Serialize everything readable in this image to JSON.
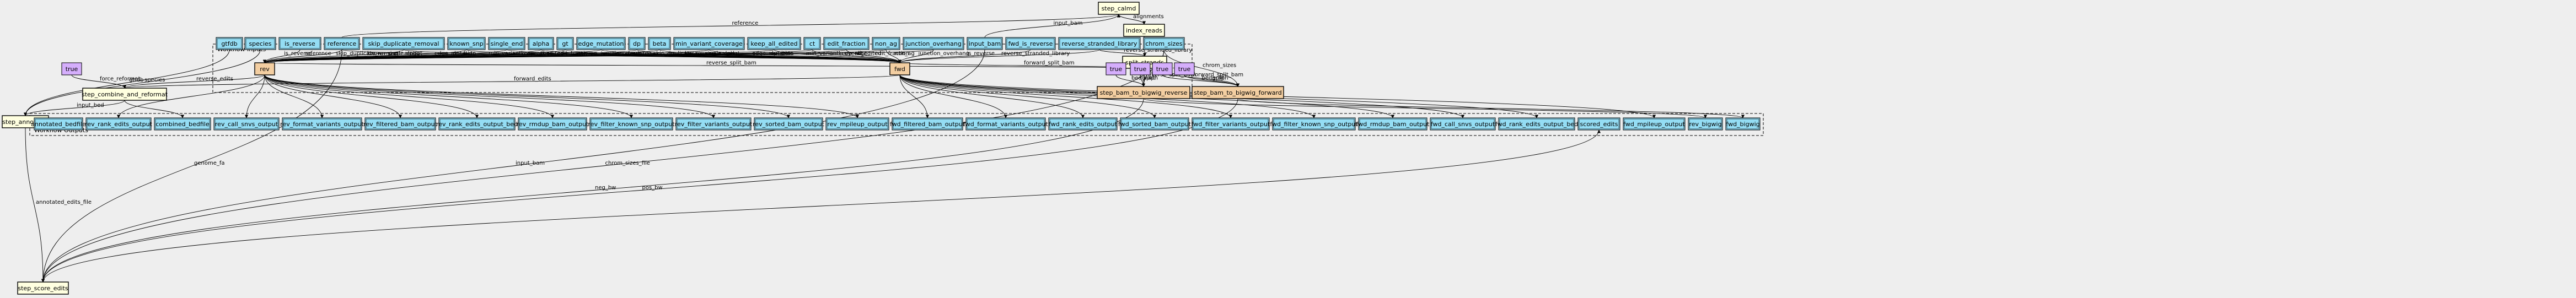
{
  "colors": {
    "background": "#eeeeee",
    "input": "#94ddf4",
    "output": "#94ddf4",
    "step": "#ffffe0",
    "subworkflow": "#f3cea1",
    "constant": "#d5aefc",
    "edge": "#000000"
  },
  "clusters": {
    "inputs": "Workflow Inputs",
    "outputs": "Workflow Outputs"
  },
  "nodes": [
    {
      "id": "step_calmd",
      "label": "step_calmd",
      "kind": "step"
    },
    {
      "id": "index_reads",
      "label": "index_reads",
      "kind": "step"
    },
    {
      "id": "split_strands",
      "label": "split_strands",
      "kind": "step"
    },
    {
      "id": "in_gtfdb",
      "label": "gtfdb",
      "kind": "input"
    },
    {
      "id": "in_species",
      "label": "species",
      "kind": "input"
    },
    {
      "id": "in_is_reverse",
      "label": "is_reverse",
      "kind": "input"
    },
    {
      "id": "in_reference",
      "label": "reference",
      "kind": "input"
    },
    {
      "id": "in_skip_dup",
      "label": "skip_duplicate_removal",
      "kind": "input"
    },
    {
      "id": "in_known_snp",
      "label": "known_snp",
      "kind": "input"
    },
    {
      "id": "in_single_end",
      "label": "single_end",
      "kind": "input"
    },
    {
      "id": "in_alpha",
      "label": "alpha",
      "kind": "input"
    },
    {
      "id": "in_gt",
      "label": "gt",
      "kind": "input"
    },
    {
      "id": "in_edge_mutation",
      "label": "edge_mutation",
      "kind": "input"
    },
    {
      "id": "in_dp",
      "label": "dp",
      "kind": "input"
    },
    {
      "id": "in_beta",
      "label": "beta",
      "kind": "input"
    },
    {
      "id": "in_min_var_cov",
      "label": "min_variant_coverage",
      "kind": "input"
    },
    {
      "id": "in_keep_all_edited",
      "label": "keep_all_edited",
      "kind": "input"
    },
    {
      "id": "in_ct",
      "label": "ct",
      "kind": "input"
    },
    {
      "id": "in_edit_fraction",
      "label": "edit_fraction",
      "kind": "input"
    },
    {
      "id": "in_non_ag",
      "label": "non_ag",
      "kind": "input"
    },
    {
      "id": "in_junction_overhang",
      "label": "junction_overhang",
      "kind": "input"
    },
    {
      "id": "in_input_bam",
      "label": "input_bam",
      "kind": "input"
    },
    {
      "id": "in_fwd_is_reverse",
      "label": "fwd_is_reverse",
      "kind": "input"
    },
    {
      "id": "in_rev_stranded_library",
      "label": "reverse_stranded_library",
      "kind": "input"
    },
    {
      "id": "in_chrom_sizes",
      "label": "chrom_sizes",
      "kind": "input"
    },
    {
      "id": "rev",
      "label": "rev",
      "kind": "subworkflow"
    },
    {
      "id": "fwd",
      "label": "fwd",
      "kind": "subworkflow"
    },
    {
      "id": "true1",
      "label": "true",
      "kind": "constant"
    },
    {
      "id": "true2",
      "label": "true",
      "kind": "constant"
    },
    {
      "id": "true3",
      "label": "true",
      "kind": "constant"
    },
    {
      "id": "true4",
      "label": "true",
      "kind": "constant"
    },
    {
      "id": "true5",
      "label": "true",
      "kind": "constant"
    },
    {
      "id": "step_bam_rev",
      "label": "step_bam_to_bigwig_reverse",
      "kind": "subworkflow"
    },
    {
      "id": "step_bam_fwd",
      "label": "step_bam_to_bigwig_forward",
      "kind": "subworkflow"
    },
    {
      "id": "step_combine",
      "label": "step_combine_and_reformat",
      "kind": "step"
    },
    {
      "id": "step_annotator",
      "label": "step_annotator",
      "kind": "step"
    },
    {
      "id": "step_score_edits",
      "label": "step_score_edits",
      "kind": "step"
    },
    {
      "id": "out_annotated_bedfile",
      "label": "annotated_bedfile",
      "kind": "output"
    },
    {
      "id": "out_rev_rank_edits_output",
      "label": "rev_rank_edits_output",
      "kind": "output"
    },
    {
      "id": "out_combined_bedfile",
      "label": "combined_bedfile",
      "kind": "output"
    },
    {
      "id": "out_rev_call_snvs_output",
      "label": "rev_call_snvs_output",
      "kind": "output"
    },
    {
      "id": "out_rev_format_variants_output",
      "label": "rev_format_variants_output",
      "kind": "output"
    },
    {
      "id": "out_rev_filtered_bam_output",
      "label": "rev_filtered_bam_output",
      "kind": "output"
    },
    {
      "id": "out_rev_rank_edits_output_bed",
      "label": "rev_rank_edits_output_bed",
      "kind": "output"
    },
    {
      "id": "out_rev_rmdup_bam_output",
      "label": "rev_rmdup_bam_output",
      "kind": "output"
    },
    {
      "id": "out_rev_filter_known_snp_output",
      "label": "rev_filter_known_snp_output",
      "kind": "output"
    },
    {
      "id": "out_rev_filter_variants_output",
      "label": "rev_filter_variants_output",
      "kind": "output"
    },
    {
      "id": "out_rev_sorted_bam_output",
      "label": "rev_sorted_bam_output",
      "kind": "output"
    },
    {
      "id": "out_rev_mpileup_output",
      "label": "rev_mpileup_output",
      "kind": "output"
    },
    {
      "id": "out_fwd_filtered_bam_output",
      "label": "fwd_filtered_bam_output",
      "kind": "output"
    },
    {
      "id": "out_fwd_format_variants_output",
      "label": "fwd_format_variants_output",
      "kind": "output"
    },
    {
      "id": "out_fwd_rank_edits_output",
      "label": "fwd_rank_edits_output",
      "kind": "output"
    },
    {
      "id": "out_fwd_sorted_bam_output",
      "label": "fwd_sorted_bam_output",
      "kind": "output"
    },
    {
      "id": "out_fwd_filter_variants_output",
      "label": "fwd_filter_variants_output",
      "kind": "output"
    },
    {
      "id": "out_fwd_filter_known_snp_output",
      "label": "fwd_filter_known_snp_output",
      "kind": "output"
    },
    {
      "id": "out_fwd_rmdup_bam_output",
      "label": "fwd_rmdup_bam_output",
      "kind": "output"
    },
    {
      "id": "out_fwd_call_snvs_output",
      "label": "fwd_call_snvs_output",
      "kind": "output"
    },
    {
      "id": "out_fwd_rank_edits_output_bed",
      "label": "fwd_rank_edits_output_bed",
      "kind": "output"
    },
    {
      "id": "out_scored_edits",
      "label": "scored_edits",
      "kind": "output"
    },
    {
      "id": "out_fwd_mpileup_output",
      "label": "fwd_mpileup_output",
      "kind": "output"
    },
    {
      "id": "out_rev_bigwig",
      "label": "rev_bigwig",
      "kind": "output"
    },
    {
      "id": "out_fwd_bigwig",
      "label": "fwd_bigwig",
      "kind": "output"
    }
  ],
  "edges": [
    {
      "from": "step_calmd",
      "to": "index_reads",
      "label": "alignments"
    },
    {
      "from": "in_input_bam",
      "to": "step_calmd",
      "label": "input_bam"
    },
    {
      "from": "in_reference",
      "to": "step_calmd",
      "label": "reference"
    },
    {
      "from": "index_reads",
      "to": "split_strands",
      "label": "input_bam"
    },
    {
      "from": "in_rev_stranded_library",
      "to": "split_strands",
      "label": "reverse_stranded_library"
    },
    {
      "from": "in_reference",
      "to": "rev",
      "label": "reference"
    },
    {
      "from": "in_skip_dup",
      "to": "rev",
      "label": "skip_duplicate_removal"
    },
    {
      "from": "in_known_snp",
      "to": "rev",
      "label": "known_snp"
    },
    {
      "from": "in_single_end",
      "to": "rev",
      "label": "single_end"
    },
    {
      "from": "in_alpha",
      "to": "rev",
      "label": "alpha"
    },
    {
      "from": "in_gt",
      "to": "rev",
      "label": "gt"
    },
    {
      "from": "in_edge_mutation",
      "to": "rev",
      "label": "edge_mutation"
    },
    {
      "from": "in_dp",
      "to": "rev",
      "label": "dp"
    },
    {
      "from": "in_beta",
      "to": "rev",
      "label": "beta"
    },
    {
      "from": "in_min_var_cov",
      "to": "rev",
      "label": "min_variant_coverage"
    },
    {
      "from": "in_keep_all_edited",
      "to": "rev",
      "label": "keep_all_edited"
    },
    {
      "from": "in_ct",
      "to": "rev",
      "label": "ct"
    },
    {
      "from": "in_edit_fraction",
      "to": "rev",
      "label": "edit_fraction"
    },
    {
      "from": "in_non_ag",
      "to": "rev",
      "label": "non_ag"
    },
    {
      "from": "in_junction_overhang",
      "to": "rev",
      "label": "junction_overhang"
    },
    {
      "from": "in_is_reverse",
      "to": "rev",
      "label": "is_reverse"
    },
    {
      "from": "split_strands",
      "to": "rev",
      "label": "reverse_split_bam"
    },
    {
      "from": "in_reference",
      "to": "fwd",
      "label": "reference"
    },
    {
      "from": "in_skip_dup",
      "to": "fwd",
      "label": "skip_duplicate_removal"
    },
    {
      "from": "in_known_snp",
      "to": "fwd",
      "label": "known_snp"
    },
    {
      "from": "in_single_end",
      "to": "fwd",
      "label": "single_end"
    },
    {
      "from": "in_alpha",
      "to": "fwd",
      "label": "alpha"
    },
    {
      "from": "in_gt",
      "to": "fwd",
      "label": "gt"
    },
    {
      "from": "in_edge_mutation",
      "to": "fwd",
      "label": "edge_mutation"
    },
    {
      "from": "in_dp",
      "to": "fwd",
      "label": "dp"
    },
    {
      "from": "in_beta",
      "to": "fwd",
      "label": "beta"
    },
    {
      "from": "in_min_var_cov",
      "to": "fwd",
      "label": "min_variant_coverage"
    },
    {
      "from": "in_keep_all_edited",
      "to": "fwd",
      "label": "keep_all_edited"
    },
    {
      "from": "in_ct",
      "to": "fwd",
      "label": "ct"
    },
    {
      "from": "in_edit_fraction",
      "to": "fwd",
      "label": "edit_fraction"
    },
    {
      "from": "in_non_ag",
      "to": "fwd",
      "label": "non_ag"
    },
    {
      "from": "in_junction_overhang",
      "to": "fwd",
      "label": "junction_overhang"
    },
    {
      "from": "in_fwd_is_reverse",
      "to": "fwd",
      "label": "is_reverse"
    },
    {
      "from": "in_rev_stranded_library",
      "to": "fwd",
      "label": "reverse_stranded_library"
    },
    {
      "from": "split_strands",
      "to": "fwd",
      "label": "forward_split_bam"
    },
    {
      "from": "split_strands",
      "to": "step_bam_rev",
      "label": "reverse_split_bam"
    },
    {
      "from": "split_strands",
      "to": "step_bam_fwd",
      "label": "forward_split_bam"
    },
    {
      "from": "in_chrom_sizes",
      "to": "step_bam_rev",
      "label": "chrom_sizes"
    },
    {
      "from": "in_chrom_sizes",
      "to": "step_bam_fwd",
      "label": "chrom_sizes"
    },
    {
      "from": "in_chrom_sizes",
      "to": "step_score_edits",
      "label": "chrom_sizes_file"
    },
    {
      "from": "true1",
      "to": "step_combine",
      "label": "force_reformat"
    },
    {
      "from": "true2",
      "to": "step_bam_rev",
      "label": "bedgraph"
    },
    {
      "from": "true3",
      "to": "step_bam_rev",
      "label": "split"
    },
    {
      "from": "true4",
      "to": "step_bam_fwd",
      "label": "bedgraph"
    },
    {
      "from": "true5",
      "to": "step_bam_fwd",
      "label": "split"
    },
    {
      "from": "rev",
      "to": "step_combine",
      "label": "reverse_edits"
    },
    {
      "from": "fwd",
      "to": "step_combine",
      "label": "forward_edits"
    },
    {
      "from": "step_combine",
      "to": "step_annotator",
      "label": "input_bed"
    },
    {
      "from": "in_gtfdb",
      "to": "step_annotator",
      "label": "gtfdb"
    },
    {
      "from": "in_species",
      "to": "step_annotator",
      "label": "species"
    },
    {
      "from": "step_annotator",
      "to": "step_score_edits",
      "label": "annotated_edits_file"
    },
    {
      "from": "in_reference",
      "to": "step_score_edits",
      "label": "genome_fa"
    },
    {
      "from": "in_input_bam",
      "to": "step_score_edits",
      "label": "input_bam"
    },
    {
      "from": "step_bam_rev",
      "to": "step_score_edits",
      "label": "neg_bw"
    },
    {
      "from": "step_bam_fwd",
      "to": "step_score_edits",
      "label": "pos_bw"
    },
    {
      "from": "step_score_edits",
      "to": "out_scored_edits",
      "label": ""
    },
    {
      "from": "step_annotator",
      "to": "out_annotated_bedfile",
      "label": ""
    },
    {
      "from": "step_combine",
      "to": "out_combined_bedfile",
      "label": ""
    },
    {
      "from": "rev",
      "to": "out_rev_rank_edits_output",
      "label": ""
    },
    {
      "from": "rev",
      "to": "out_rev_call_snvs_output",
      "label": ""
    },
    {
      "from": "rev",
      "to": "out_rev_format_variants_output",
      "label": ""
    },
    {
      "from": "rev",
      "to": "out_rev_filtered_bam_output",
      "label": ""
    },
    {
      "from": "rev",
      "to": "out_rev_rank_edits_output_bed",
      "label": ""
    },
    {
      "from": "rev",
      "to": "out_rev_rmdup_bam_output",
      "label": ""
    },
    {
      "from": "rev",
      "to": "out_rev_filter_known_snp_output",
      "label": ""
    },
    {
      "from": "rev",
      "to": "out_rev_filter_variants_output",
      "label": ""
    },
    {
      "from": "rev",
      "to": "out_rev_sorted_bam_output",
      "label": ""
    },
    {
      "from": "rev",
      "to": "out_rev_mpileup_output",
      "label": ""
    },
    {
      "from": "fwd",
      "to": "out_fwd_filtered_bam_output",
      "label": ""
    },
    {
      "from": "fwd",
      "to": "out_fwd_format_variants_output",
      "label": ""
    },
    {
      "from": "fwd",
      "to": "out_fwd_rank_edits_output",
      "label": ""
    },
    {
      "from": "fwd",
      "to": "out_fwd_sorted_bam_output",
      "label": ""
    },
    {
      "from": "fwd",
      "to": "out_fwd_filter_variants_output",
      "label": ""
    },
    {
      "from": "fwd",
      "to": "out_fwd_filter_known_snp_output",
      "label": ""
    },
    {
      "from": "fwd",
      "to": "out_fwd_rmdup_bam_output",
      "label": ""
    },
    {
      "from": "fwd",
      "to": "out_fwd_call_snvs_output",
      "label": ""
    },
    {
      "from": "fwd",
      "to": "out_fwd_rank_edits_output_bed",
      "label": ""
    },
    {
      "from": "fwd",
      "to": "out_fwd_mpileup_output",
      "label": ""
    },
    {
      "from": "step_bam_rev",
      "to": "out_rev_bigwig",
      "label": ""
    },
    {
      "from": "step_bam_fwd",
      "to": "out_fwd_bigwig",
      "label": ""
    }
  ]
}
